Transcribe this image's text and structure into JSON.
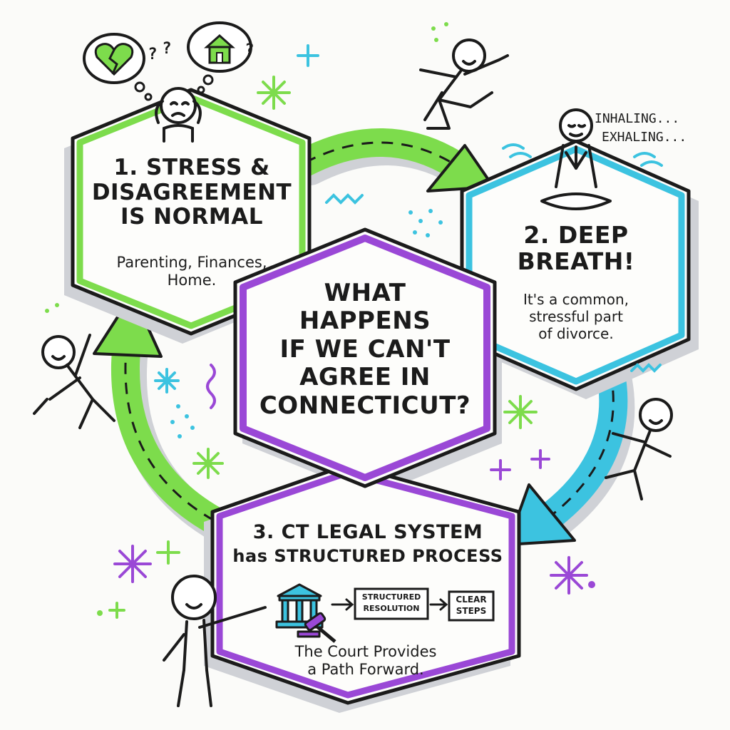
{
  "steps": [
    {
      "number": "1.",
      "title_lines": [
        "STRESS &",
        "DISAGREEMENT",
        "IS NORMAL"
      ],
      "detail_lines": [
        "Parenting, Finances,",
        "Home."
      ],
      "color": "#7ddc4c"
    },
    {
      "number": "2.",
      "title_lines": [
        "DEEP",
        "BREATH!"
      ],
      "detail_lines": [
        "It's a common,",
        "stressful part",
        "of divorce."
      ],
      "color": "#3cc3e0"
    },
    {
      "number": "3.",
      "title_lines": [
        "CT LEGAL SYSTEM",
        "has STRUCTURED PROCESS"
      ],
      "detail_lines": [
        "The Court Provides",
        "a Path Forward."
      ],
      "color": "#9a48d6"
    }
  ],
  "center": {
    "question_lines": [
      "WHAT",
      "HAPPENS",
      "IF WE CAN'T",
      "AGREE IN",
      "CONNECTICUT?"
    ],
    "color": "#9a48d6"
  },
  "breathing": {
    "inhale": "INHALING...",
    "exhale": "EXHALING..."
  },
  "process_flow": {
    "box1": [
      "STRUCTURED",
      "RESOLUTION"
    ],
    "box2": [
      "CLEAR",
      "STEPS"
    ]
  },
  "thought_marks": [
    "?",
    "?",
    "?"
  ],
  "icons": [
    "broken-heart-icon",
    "house-icon",
    "courthouse-icon",
    "gavel-icon",
    "arrow-right-icon"
  ],
  "colors": {
    "green": "#7ddc4c",
    "blue": "#3cc3e0",
    "purple": "#9a48d6",
    "shadow": "#cfd1d6",
    "ink": "#1b1b1b"
  }
}
